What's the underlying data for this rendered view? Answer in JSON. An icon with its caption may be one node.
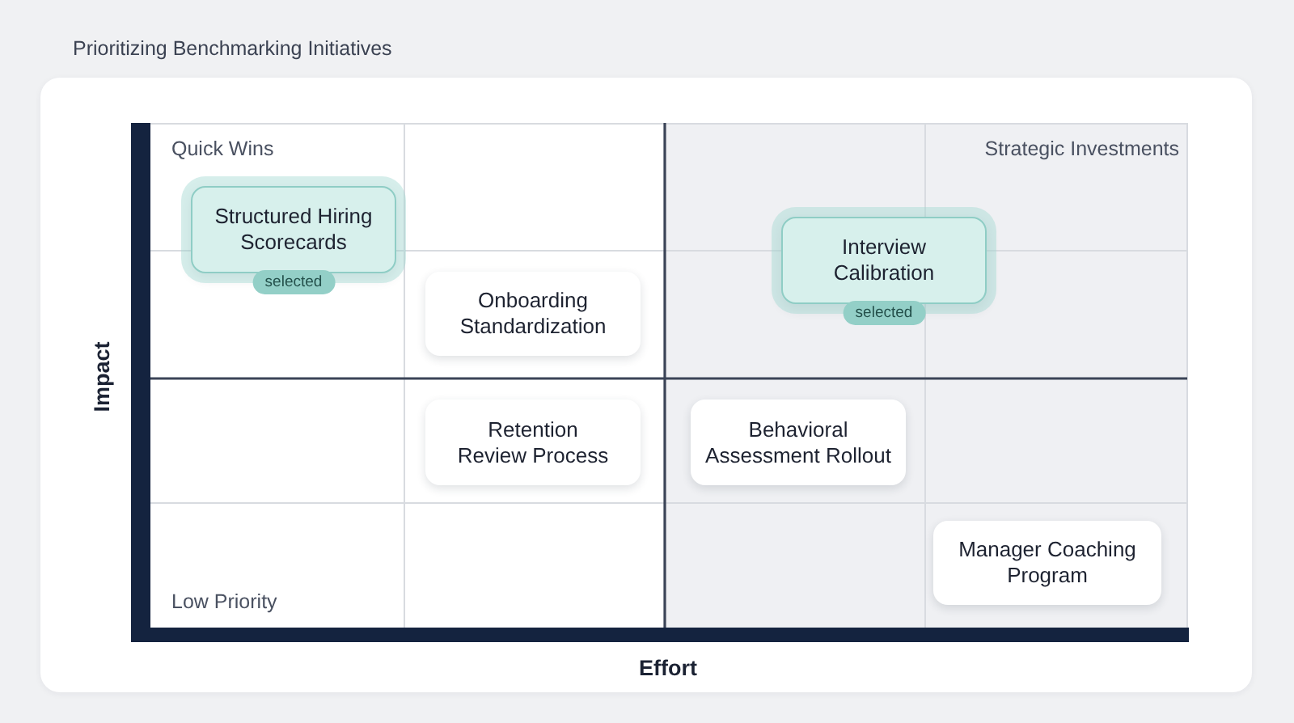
{
  "diagram": {
    "title": "Prioritizing Benchmarking Initiatives",
    "nodes": [
      {
        "text": [
          "Structured Hiring Scorecards"
        ],
        "beside": [
          "selected"
        ]
      },
      {
        "text": [
          "Interview Calibration"
        ],
        "beside": [
          "selected"
        ]
      },
      {
        "text": [
          "Onboarding Standardization"
        ]
      },
      {
        "text": [
          "Retention Review Process"
        ]
      },
      {
        "text": [
          "Behavioral Assessment Rollout"
        ]
      },
      {
        "text": [
          "Manager Coaching Program"
        ]
      }
    ],
    "edges": [],
    "labels": [
      "Quick Wins",
      "Strategic Investments",
      "Impact",
      "Low Priority",
      "Effort"
    ]
  }
}
